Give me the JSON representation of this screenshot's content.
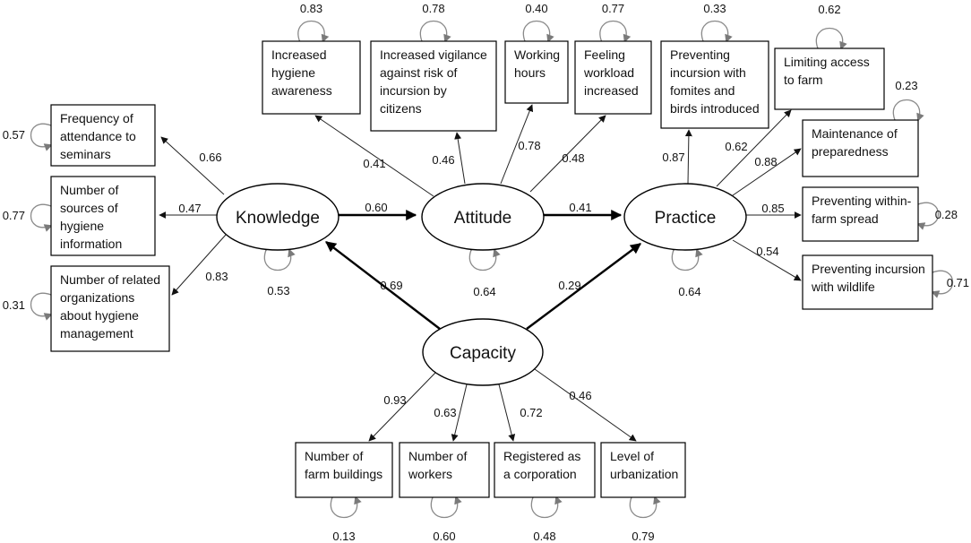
{
  "latents": {
    "knowledge": {
      "label": "Knowledge",
      "error": "0.53"
    },
    "attitude": {
      "label": "Attitude",
      "error": "0.64"
    },
    "practice": {
      "label": "Practice",
      "error": "0.64"
    },
    "capacity": {
      "label": "Capacity"
    }
  },
  "structural": {
    "knowledge_attitude": "0.60",
    "attitude_practice": "0.41",
    "capacity_knowledge": "0.69",
    "capacity_practice": "0.29"
  },
  "indicators": {
    "knowledge": [
      {
        "lines": [
          "Frequency of",
          "attendance to",
          "seminars"
        ],
        "loading": "0.66",
        "error": "0.57"
      },
      {
        "lines": [
          "Number of",
          "sources of",
          "hygiene",
          "information"
        ],
        "loading": "0.47",
        "error": "0.77"
      },
      {
        "lines": [
          "Number of related",
          "organizations",
          "about hygiene",
          "management"
        ],
        "loading": "0.83",
        "error": "0.31"
      }
    ],
    "attitude": [
      {
        "lines": [
          "Increased",
          "hygiene",
          "awareness"
        ],
        "loading": "0.41",
        "error": "0.83"
      },
      {
        "lines": [
          "Increased vigilance",
          "against risk of",
          "incursion by",
          "citizens"
        ],
        "loading": "0.46",
        "error": "0.78"
      },
      {
        "lines": [
          "Working",
          "hours"
        ],
        "loading": "0.78",
        "error": "0.40"
      },
      {
        "lines": [
          "Feeling",
          "workload",
          "increased"
        ],
        "loading": "0.48",
        "error": "0.77"
      }
    ],
    "practice": [
      {
        "lines": [
          "Preventing",
          "incursion with",
          "fomites and",
          "birds introduced"
        ],
        "loading": "0.87",
        "error": "0.33"
      },
      {
        "lines": [
          "Limiting access",
          "to farm"
        ],
        "loading": "0.62",
        "error": "0.62"
      },
      {
        "lines": [
          "Maintenance of",
          "preparedness"
        ],
        "loading": "0.88",
        "error": "0.23"
      },
      {
        "lines": [
          "Preventing within-",
          "farm spread"
        ],
        "loading": "0.85",
        "error": "0.28"
      },
      {
        "lines": [
          "Preventing incursion",
          "with wildlife"
        ],
        "loading": "0.54",
        "error": "0.71"
      }
    ],
    "capacity": [
      {
        "lines": [
          "Number of",
          "farm buildings"
        ],
        "loading": "0.93",
        "error": "0.13"
      },
      {
        "lines": [
          "Number of",
          "workers"
        ],
        "loading": "0.63",
        "error": "0.60"
      },
      {
        "lines": [
          "Registered as",
          "a corporation"
        ],
        "loading": "0.72",
        "error": "0.48"
      },
      {
        "lines": [
          "Level of",
          "urbanization"
        ],
        "loading": "0.46",
        "error": "0.79"
      }
    ]
  }
}
